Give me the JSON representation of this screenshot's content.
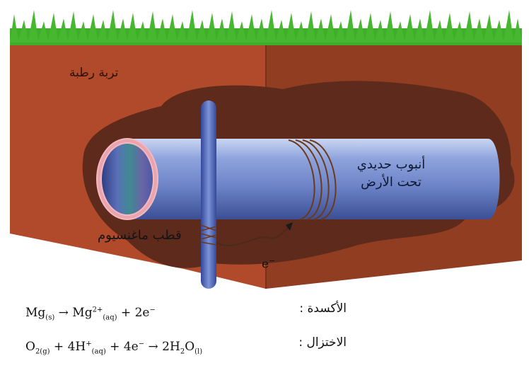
{
  "labels": {
    "soil": "تربة رطبة",
    "pipe_line1": "أنبوب حديدي",
    "pipe_line2": "تحت الأرض",
    "anode": "قطب ماغنسيوم",
    "electron": "e",
    "electron_charge": "−"
  },
  "equations": {
    "oxidation": {
      "label": "الأكسدة :",
      "mg": "Mg",
      "mg_state": "(s)",
      "arrow": " → ",
      "ion": "Mg",
      "ion_charge": "2+",
      "ion_state": "(aq)",
      "rest": " + 2e",
      "rest_charge": "−"
    },
    "reduction": {
      "label": "الاختزال :",
      "o": "O",
      "o_sub": "2(g)",
      "h_part": " + 4H",
      "h_charge": "+",
      "h_state": "(aq)",
      "e_part": " + 4e",
      "e_charge": "−",
      "arrow": " → 2H",
      "h2o_sub": "2",
      "o2": "O",
      "h2o_state": "(l)"
    }
  },
  "colors": {
    "grass": "#3fae2a",
    "soil_front": "#b04a2a",
    "soil_side": "#8f3b22",
    "wet_soil": "#5e2a1c",
    "pipe": "#6e86c8",
    "pipe_dark": "#3b4e91",
    "anode": "#4a63b5",
    "ring": "#f4b8c0"
  }
}
